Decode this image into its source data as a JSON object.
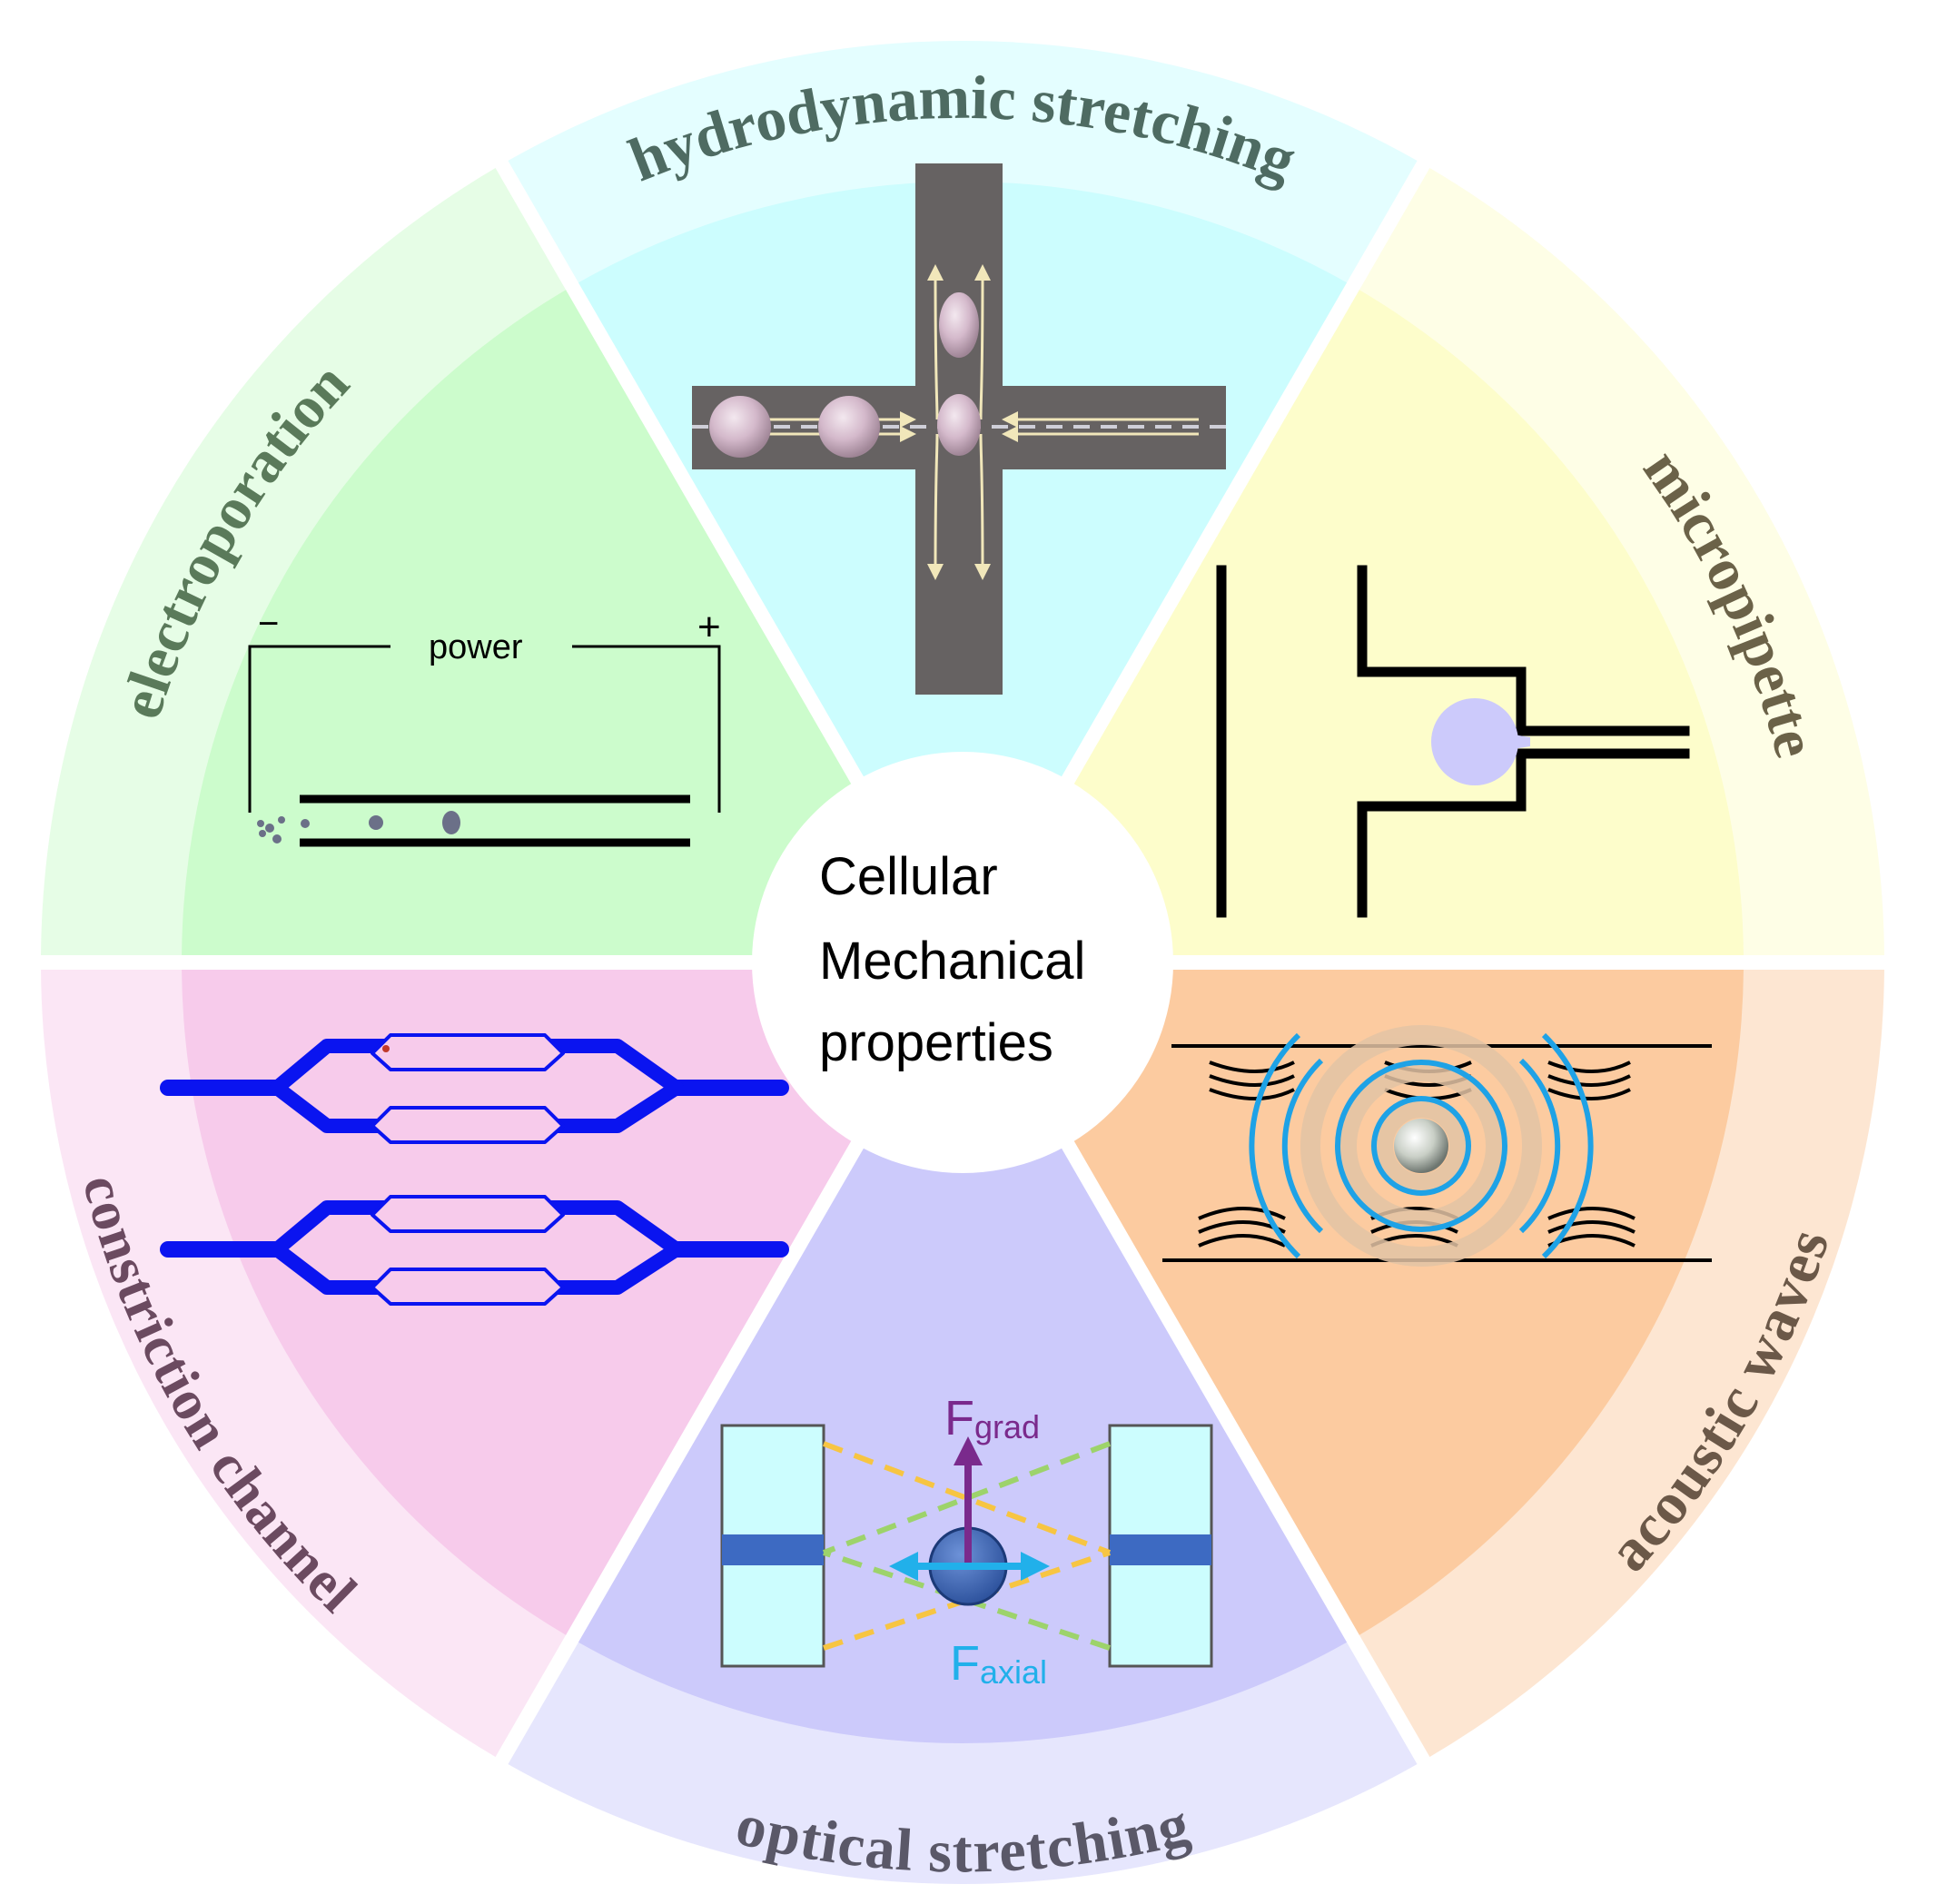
{
  "center": {
    "lines": [
      "Cellular",
      "Mechanical",
      "properties"
    ]
  },
  "segments": {
    "hydrodynamic": {
      "label": "hydrodynamic stretching",
      "inner_color": "#ccfdfe",
      "outer_color": "#e4feff",
      "text_color": "#4e6b62"
    },
    "micropipette": {
      "label": "micropipette",
      "inner_color": "#fdfdcb",
      "outer_color": "#fefee6",
      "text_color": "#6b6248"
    },
    "acoustic": {
      "label": "acoustic waves",
      "inner_color": "#fccba0",
      "outer_color": "#fde6d2",
      "text_color": "#6b5848"
    },
    "optical": {
      "label": "optical stretching",
      "inner_color": "#cccafb",
      "outer_color": "#e6e6fd",
      "text_color": "#5a5868"
    },
    "constriction": {
      "label": "constriction channel",
      "inner_color": "#f7cbeb",
      "outer_color": "#fbe6f5",
      "text_color": "#6b4a60"
    },
    "electroporation": {
      "label": "electroporation",
      "inner_color": "#ccfccc",
      "outer_color": "#e6fde6",
      "text_color": "#5a7a5a"
    }
  },
  "electroporation_panel": {
    "minus": "−",
    "plus": "+",
    "power": "power"
  },
  "optical_panel": {
    "f_grad_main": "F",
    "f_grad_sub": "grad",
    "f_axial_main": "F",
    "f_axial_sub": "axial",
    "grad_color": "#7a2a8c",
    "axial_color": "#21b0ea"
  },
  "colors": {
    "channel_gray": "#666262",
    "cell_pink": "#d8bfd1",
    "flow_line": "#f1e7ba",
    "constriction_blue": "#0a14f0",
    "wave_blue": "#1ea2e6",
    "micropipette_cell": "#cccafb"
  }
}
